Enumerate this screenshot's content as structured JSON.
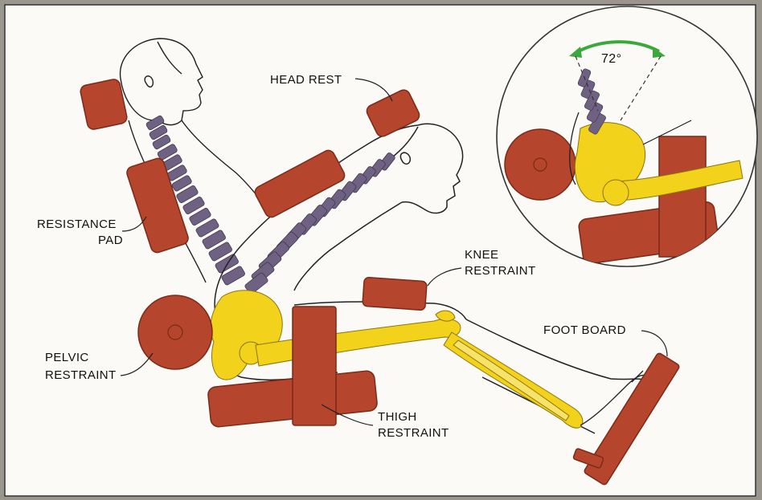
{
  "labels": {
    "head_rest": "HEAD REST",
    "resistance_pad_line1": "RESISTANCE",
    "resistance_pad_line2": "PAD",
    "knee_restraint_line1": "KNEE",
    "knee_restraint_line2": "RESTRAINT",
    "pelvic_restraint_line1": "PELVIC",
    "pelvic_restraint_line2": "RESTRAINT",
    "foot_board": "FOOT BOARD",
    "thigh_restraint_line1": "THIGH",
    "thigh_restraint_line2": "RESTRAINT",
    "angle": "72°"
  },
  "colors": {
    "pad": "#b5452c",
    "pad_edge": "#7a2a18",
    "bone": "#f2d21a",
    "spine": "#6f6181",
    "arrow": "#3aa83a",
    "panel": "#fbfaf7"
  }
}
